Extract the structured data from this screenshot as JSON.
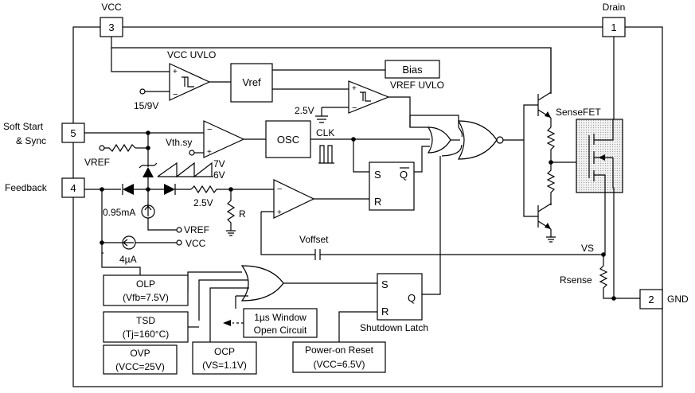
{
  "pins": {
    "vcc": {
      "name": "VCC",
      "num": "3"
    },
    "drain": {
      "name": "Drain",
      "num": "1"
    },
    "softstart": {
      "name_line1": "Soft Start",
      "name_line2": "& Sync",
      "num": "5"
    },
    "feedback": {
      "name": "Feedback",
      "num": "4"
    },
    "gnd": {
      "name": "GND",
      "num": "2"
    }
  },
  "blocks": {
    "vcc_uvlo": "VCC UVLO",
    "uvlo_ref": "15/9V",
    "vref": "Vref",
    "bias": "Bias",
    "vref_uvlo": "VREF UVLO",
    "osc": "OSC",
    "clk_v": "2.5V",
    "clk": "CLK",
    "vthsy": "Vth.sy",
    "vref_ss": "VREF",
    "ramp_7v": "7V",
    "ramp_6v": "6V",
    "fb_25v": "2.5V",
    "r_label": "R",
    "i_095": "0.95mA",
    "vref_fb": "VREF",
    "vcc_src": "VCC",
    "i_4ua": "4µA",
    "voffset": "Voffset",
    "sr_s": "S",
    "sr_r": "R",
    "sr_q": "Q",
    "sensefet": "SenseFET",
    "vs": "VS",
    "rsense": "Rsense",
    "olp_l1": "OLP",
    "olp_l2": "(Vfb=7.5V)",
    "tsd_l1": "TSD",
    "tsd_l2": "(Tj=160°C)",
    "ovp_l1": "OVP",
    "ovp_l2": "(VCC=25V)",
    "ocp_l1": "OCP",
    "ocp_l2": "(VS=1.1V)",
    "win_l1": "1µs Window",
    "win_l2": "Open Circuit",
    "por_l1": "Power-on Reset",
    "por_l2": "(VCC=6.5V)",
    "latch_s": "S",
    "latch_r": "R",
    "latch_q": "Q",
    "latch_name": "Shutdown Latch"
  }
}
